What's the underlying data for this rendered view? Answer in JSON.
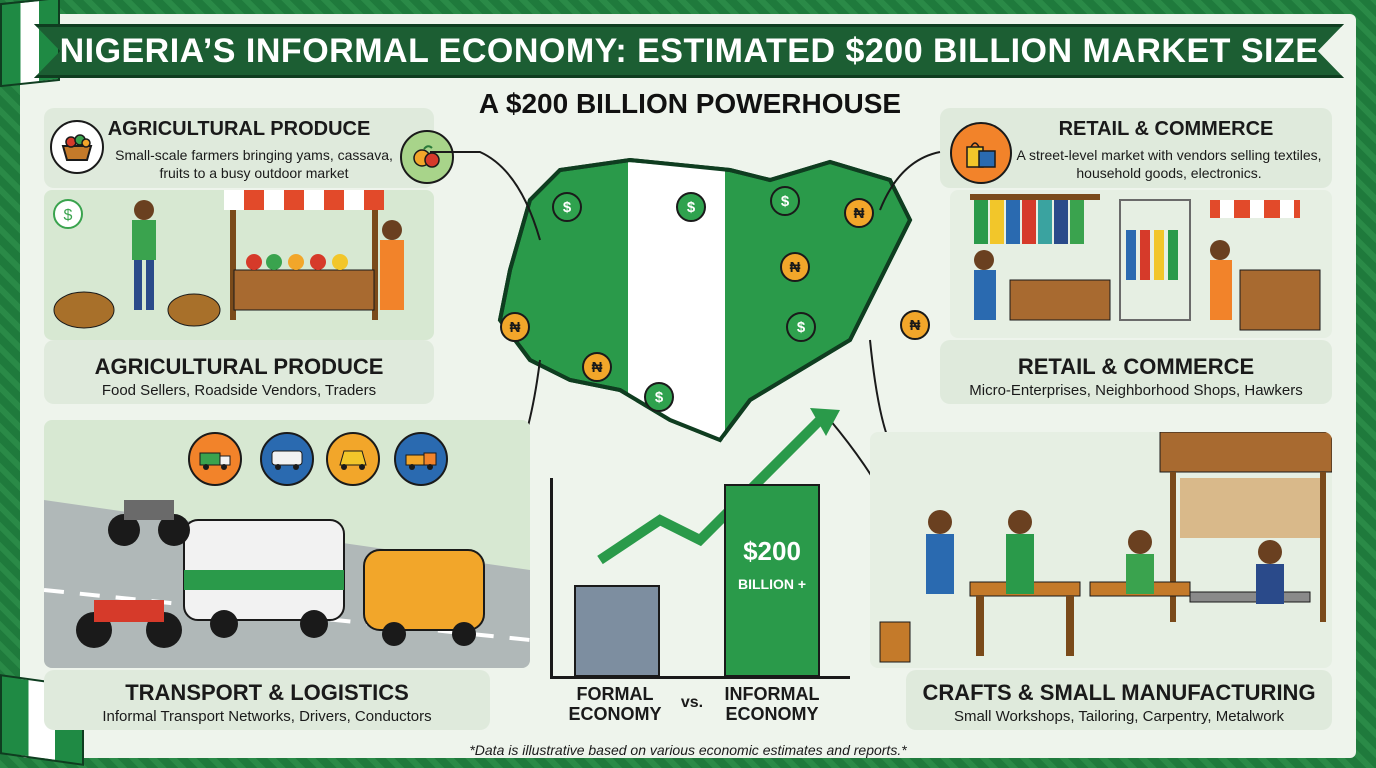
{
  "title": "NIGERIA’S INFORMAL ECONOMY: ESTIMATED $200 BILLION MARKET SIZE",
  "subtitle": "A $200 BILLION POWERHOUSE",
  "colors": {
    "primary_green": "#1c5e33",
    "flag_green": "#1f8a44",
    "coin_gold": "#f2a62a",
    "formal_bar": "#7d8ea0",
    "informal_bar": "#2a9a4a"
  },
  "sections": {
    "agriculture": {
      "top_title": "AGRICULTURAL PRODUCE",
      "top_desc": "Small-scale farmers bringing yams, cassava, fruits to a busy outdoor market",
      "bottom_title": "AGRICULTURAL PRODUCE",
      "bottom_desc": "Food Sellers, Roadside Vendors, Traders",
      "icons": [
        "vegetable-basket-icon",
        "fruit-icon"
      ]
    },
    "retail": {
      "top_title": "RETAIL & COMMERCE",
      "top_desc": "A street-level market with vendors selling textiles, household goods, electronics.",
      "bottom_title": "RETAIL & COMMERCE",
      "bottom_desc": "Micro-Enterprises, Neighborhood Shops, Hawkers",
      "icons": [
        "shopping-bags-icon"
      ]
    },
    "transport": {
      "title": "TRANSPORT & LOGISTICS",
      "desc": "Informal Transport Networks, Drivers, Conductors",
      "icons": [
        "truck-icon",
        "bus-icon",
        "tricycle-icon",
        "pickup-icon"
      ]
    },
    "crafts": {
      "title": "CRAFTS & SMALL MANUFACTURING",
      "desc": "Small Workshops, Tailoring, Carpentry, Metalwork",
      "icons": [
        "tools-icon",
        "wrench-screwdriver-icon"
      ]
    }
  },
  "map": {
    "coins": [
      {
        "symbol": "$",
        "kind": "green"
      },
      {
        "symbol": "$",
        "kind": "green"
      },
      {
        "symbol": "$",
        "kind": "green"
      },
      {
        "symbol": "₦",
        "kind": "gold"
      },
      {
        "symbol": "₦",
        "kind": "gold"
      },
      {
        "symbol": "₦",
        "kind": "gold"
      },
      {
        "symbol": "₦",
        "kind": "gold"
      },
      {
        "symbol": "$",
        "kind": "green"
      },
      {
        "symbol": "₦",
        "kind": "gold"
      },
      {
        "symbol": "$",
        "kind": "green"
      }
    ]
  },
  "chart": {
    "formal_label": "FORMAL ECONOMY",
    "vs_label": "vs.",
    "informal_label": "INFORMAL ECONOMY",
    "informal_value": "$200",
    "informal_value_sub": "BILLION +"
  },
  "chart_data": {
    "type": "bar",
    "categories": [
      "FORMAL ECONOMY",
      "INFORMAL ECONOMY"
    ],
    "values": [
      95,
      200
    ],
    "data_labels": [
      "",
      "$200 BILLION +"
    ]
  },
  "footnote": "*Data is illustrative based on various economic estimates and reports.*"
}
